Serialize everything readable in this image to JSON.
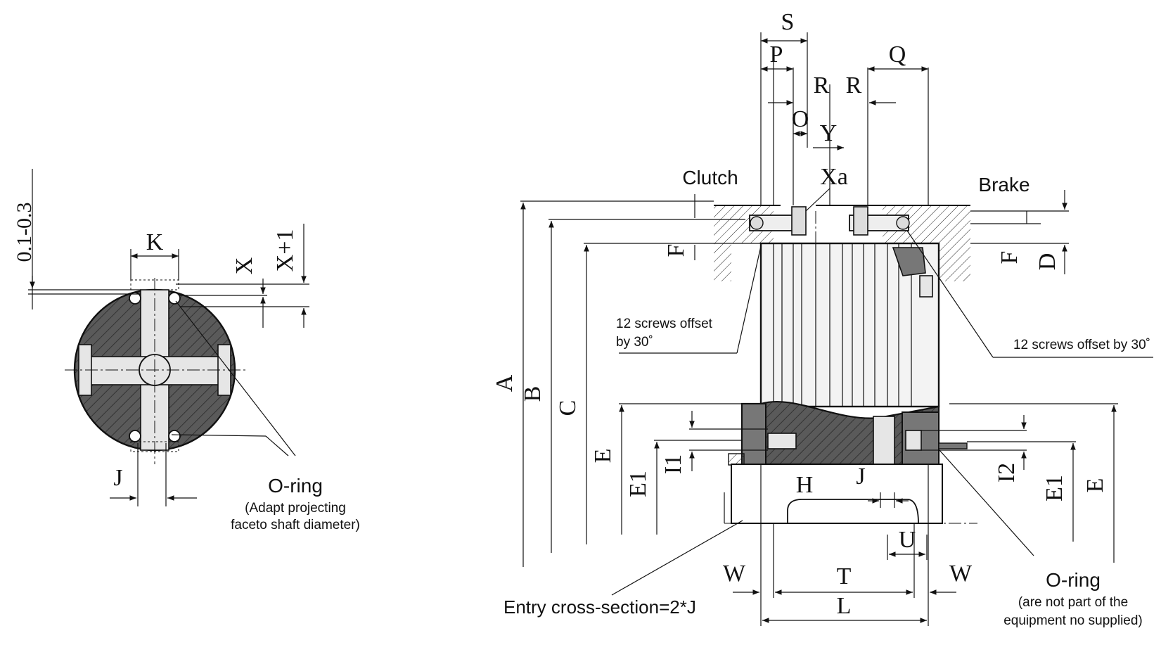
{
  "left_view": {
    "dims": {
      "tolerance": "0.1-0.3",
      "K": "K",
      "X": "X",
      "X_plus_1": "X+1",
      "J": "J"
    },
    "oring_label": "O-ring",
    "oring_note_1": "(Adapt projecting",
    "oring_note_2": "faceto shaft diameter)"
  },
  "right_view": {
    "top_dims": {
      "S": "S",
      "P": "P",
      "Q": "Q",
      "R_left": "R",
      "R_right": "R",
      "O": "O",
      "Y": "Y",
      "Xa": "Xa"
    },
    "clutch_label": "Clutch",
    "brake_label": "Brake",
    "left_dims": {
      "A": "A",
      "B": "B",
      "C": "C",
      "E": "E",
      "E1": "E1",
      "I1": "I1",
      "F": "F"
    },
    "right_dims": {
      "F": "F",
      "D": "D",
      "I2": "I2",
      "E1": "E1",
      "E": "E"
    },
    "interior_dims": {
      "H": "H",
      "J": "J",
      "U": "U"
    },
    "screws_left_1": "12 screws offset",
    "screws_left_2": "by 30˚",
    "screws_right": "12 screws offset by 30˚",
    "bottom_dims": {
      "W_left": "W",
      "T": "T",
      "W_right": "W",
      "L": "L"
    },
    "entry_label": "Entry cross-section=2*J",
    "oring_label": "O-ring",
    "oring_note_1": "(are not part of the",
    "oring_note_2": "equipment no supplied)"
  },
  "colors": {
    "line": "#111111",
    "section_fill": "#555555",
    "light_fill": "#e6e6e6",
    "background": "#ffffff"
  }
}
